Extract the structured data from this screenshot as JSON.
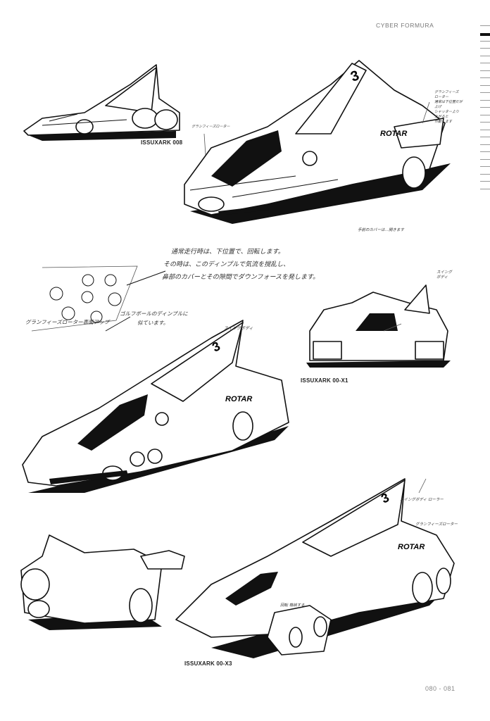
{
  "header": {
    "series_title": "CYBER FORMURA"
  },
  "labels": {
    "car_008": "ISSUXARK 008",
    "car_00x1": "ISSUXARK 00-X1",
    "car_00x3": "ISSUXARK 00-X3"
  },
  "notes": {
    "main": [
      "通常走行時は、下位置で、回転します。",
      "その時は、このディンプルで気流を撹乱し、",
      "鼻部のカバーとその隙間でダウンフォースを発します。"
    ],
    "dimple_a": "ゴルフボールのディンプルに",
    "dimple_b": "似ています。",
    "rotor_surface": "グランフィーズローター表面アップ",
    "rotor_top": [
      "グランフィーズ",
      "ローター",
      "通常は下位置だが",
      "上げ",
      "シャッター上り",
      "上がると",
      "作動します"
    ],
    "rotor_small": "グランフィーズローター",
    "front_note": "手前のカバーは…開きます",
    "swing_body": "スイングボディ",
    "swing_body_x1": [
      "スイング",
      "ボディ"
    ],
    "swing_body_x3": "スイングボディ ローラー",
    "rotor_x3": "グランフィーズローター",
    "x3_note": "回転 格納する"
  },
  "decals": {
    "number": "3",
    "brand": "ROTAR"
  },
  "page_number": "080 - 081"
}
